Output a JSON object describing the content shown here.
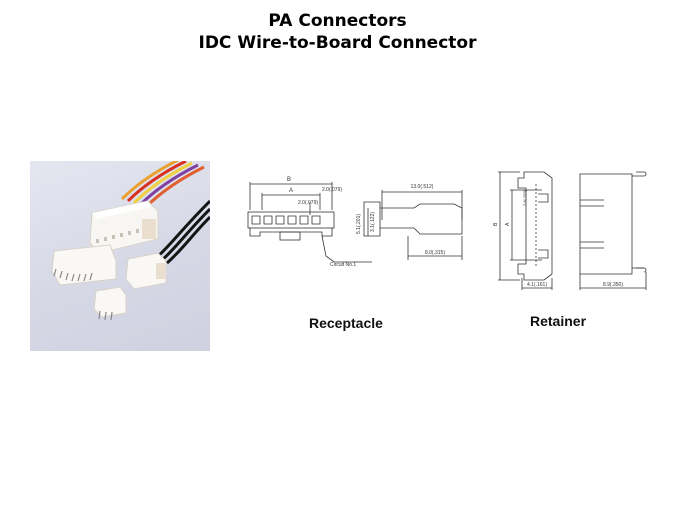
{
  "slide": {
    "title_line1": "PA Connectors",
    "title_line2": "IDC Wire-to-Board Connector"
  },
  "photo": {
    "description": "PA connector housings with colored and black wire harnesses",
    "wire_colors": [
      "#e8a030",
      "#d83020",
      "#f0d040",
      "#8040a0",
      "#e06030",
      "#111111"
    ]
  },
  "receptacle": {
    "caption": "Receptacle",
    "dims": {
      "b": "B",
      "a": "A",
      "pitch_end": "2.0(.079)",
      "pitch": "2.0(.079)",
      "length": "13.0(.512)",
      "height": "5.1(.201)",
      "inner_height": "3.1(.122)",
      "depth": "8.0(.315)",
      "circuit": "Circuit No.1"
    }
  },
  "retainer": {
    "caption": "Retainer",
    "dims": {
      "b": "B",
      "a": "A",
      "small": "7.6(.299)",
      "width": "4.1(.161)",
      "depth": "8.9(.350)"
    }
  }
}
